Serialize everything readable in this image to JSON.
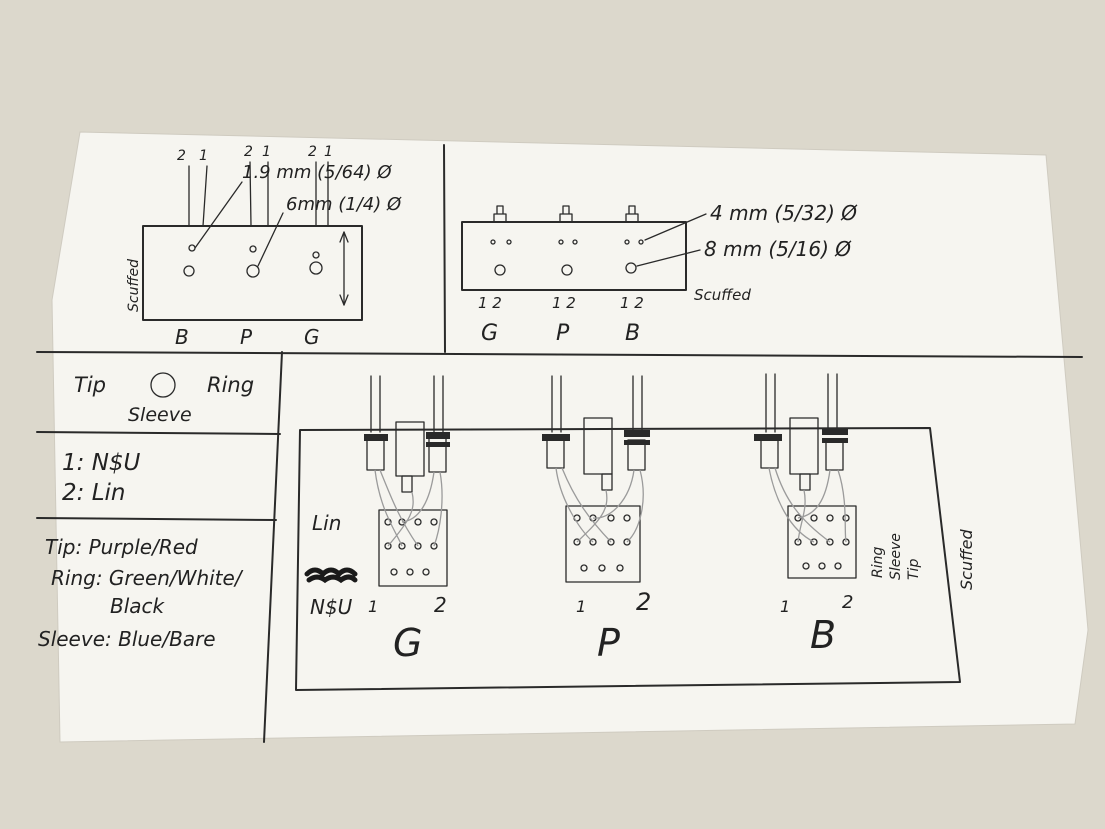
{
  "colors": {
    "desk": "#dcd8cc",
    "paper": "#f6f5f0",
    "ink": "#2a2a2a",
    "wire": "#9b9b9b"
  },
  "top_left": {
    "pin_labels": [
      "2",
      "1",
      "2",
      "1",
      "2",
      "1"
    ],
    "hole_small_note": "1.9 mm (5/64) Ø",
    "hole_large_note": "6mm (1/4) Ø",
    "side_note": "Scuffed",
    "switch_labels": [
      "B",
      "P",
      "G"
    ]
  },
  "top_right": {
    "hole_small_note": "4 mm (5/32) Ø",
    "hole_large_note": "8 mm (5/16) Ø",
    "side_note": "Scuffed",
    "pin_numbers": [
      "1 2",
      "1 2",
      "1 2"
    ],
    "switch_labels": [
      "G",
      "P",
      "B"
    ]
  },
  "legend": {
    "tip": "Tip",
    "ring": "Ring",
    "sleeve": "Sleeve",
    "pos1": "1: N$U",
    "pos2": "2: Lin",
    "wire_tip": "Tip: Purple/Red",
    "wire_ring": "Ring: Green/White/",
    "wire_ring2": "Black",
    "wire_sleeve": "Sleeve: Blue/Bare"
  },
  "bottom_right": {
    "lin_label": "Lin",
    "nsu_label": "N$U",
    "pin_labels": [
      "1",
      "2",
      "1",
      "2",
      "1",
      "2"
    ],
    "switch_labels": [
      "G",
      "P",
      "B"
    ],
    "jack_ring": "Ring",
    "jack_sleeve": "Sleeve",
    "jack_tip": "Tip",
    "side_note": "Scuffed"
  }
}
